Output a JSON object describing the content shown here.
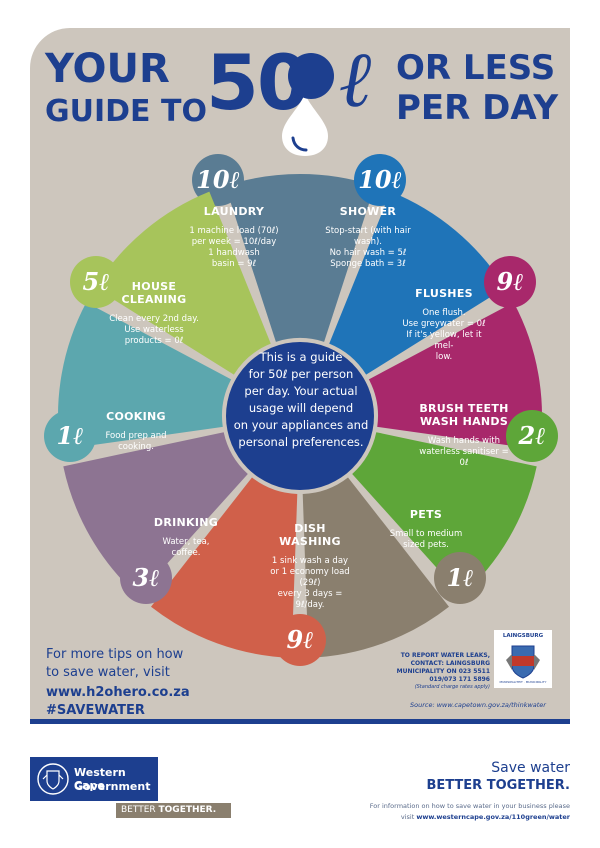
{
  "header": {
    "your": "YOUR",
    "guide_to": "GUIDE TO",
    "fifty": "50",
    "litre": "ℓ",
    "or_less": "OR LESS",
    "per_day": "PER DAY"
  },
  "segments": [
    {
      "id": "laundry",
      "title": "LAUNDRY",
      "amount": "10ℓ",
      "desc": [
        "1 machine load (70ℓ)",
        "per week = 10ℓ/day",
        "1 handwash",
        "basin = 9ℓ"
      ],
      "color": "#5a7c93"
    },
    {
      "id": "shower",
      "title": "SHOWER",
      "amount": "10ℓ",
      "desc": [
        "Stop-start (with hair",
        "wash).",
        "No hair wash = 5ℓ",
        "Sponge bath = 3ℓ"
      ],
      "color": "#1f74b8"
    },
    {
      "id": "flushes",
      "title": "FLUSHES",
      "amount": "9ℓ",
      "desc": [
        "One flush.",
        "Use greywater = 0ℓ",
        "If it's yellow, let it mel-",
        "low."
      ],
      "color": "#a8286b"
    },
    {
      "id": "brush",
      "title": "BRUSH TEETH",
      "title2": "WASH HANDS",
      "amount": "2ℓ",
      "desc": [
        "Wash hands with",
        "waterless sanitiser =",
        "0ℓ"
      ],
      "color": "#5ea639"
    },
    {
      "id": "pets",
      "title": "PETS",
      "amount": "1ℓ",
      "desc": [
        "Small to medium",
        "sized pets."
      ],
      "color": "#8a7f6e"
    },
    {
      "id": "dish",
      "title": "DISH",
      "title2": "WASHING",
      "amount": "9ℓ",
      "desc": [
        "1 sink wash a day",
        "or 1 economy load (29ℓ)",
        "every 3 days = 9ℓ/day."
      ],
      "color": "#d0604a"
    },
    {
      "id": "drinking",
      "title": "DRINKING",
      "amount": "3ℓ",
      "desc": [
        "Water, tea,",
        "coffee."
      ],
      "color": "#8d7492"
    },
    {
      "id": "cooking",
      "title": "COOKING",
      "amount": "1ℓ",
      "desc": [
        "Food prep and",
        "cooking."
      ],
      "color": "#5ca7ae"
    },
    {
      "id": "cleaning",
      "title": "HOUSE",
      "title2": "CLEANING",
      "amount": "5ℓ",
      "desc": [
        "Clean every 2nd day.",
        "Use waterless",
        "products = 0ℓ"
      ],
      "color": "#a7c45b"
    }
  ],
  "center": {
    "lines": [
      "This is a guide",
      "for 50ℓ per person",
      "per day. Your actual",
      "usage will depend",
      "on your appliances and",
      "personal preferences."
    ],
    "color": "#1d3f8f"
  },
  "tips": {
    "line1": "For more tips on how",
    "line2": "to save water, visit",
    "url": "www.h2ohero.co.za",
    "hashtag": "#SAVEWATER"
  },
  "report": {
    "l1": "TO REPORT WATER LEAKS,",
    "l2": "CONTACT: LAINGSBURG",
    "l3": "MUNICIPALITY ON 023 5511",
    "l4": "019/073 171 5896",
    "l5": "(Standard charge rates apply)"
  },
  "source": "Source: www.capetown.gov.za/thinkwater",
  "municipality_logo": {
    "name": "LAINGSBURG",
    "sub": "MUNISIPALITEIT · MUNICIPALITY"
  },
  "footer": {
    "gov1": "Western Cape",
    "gov2": "Government",
    "better": "BETTER",
    "together": "TOGETHER.",
    "save": "Save water",
    "better_together": "BETTER TOGETHER.",
    "info1": "For information on how to save water in your business please",
    "info2_pre": "visit ",
    "info2_url": "www.westerncape.gov.za/110green/water"
  },
  "colors": {
    "navy": "#1d3f8f",
    "poster_bg": "#cdc6bd",
    "stripe": "#1d3f8f"
  }
}
